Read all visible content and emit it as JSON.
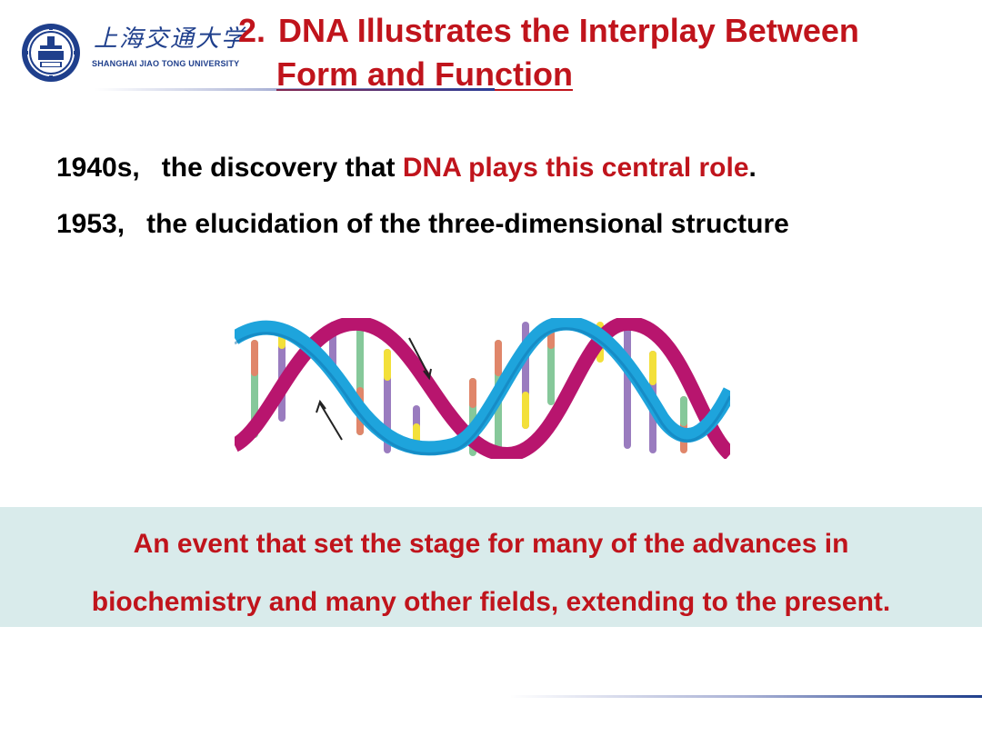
{
  "header": {
    "logo_cn": "上海交通大学",
    "logo_en": "SHANGHAI JIAO TONG UNIVERSITY",
    "title_number": "2.",
    "title_line1": "DNA Illustrates the Interplay Between",
    "title_line2": "Form and Function"
  },
  "bullets": [
    {
      "year": "1940s,",
      "text_before": "the discovery that",
      "highlight": "DNA plays this central role",
      "text_after": "."
    },
    {
      "year": "1953,",
      "text": "the elucidation of the three-dimensional structure"
    }
  ],
  "banner": {
    "line1": "An event that set the stage for many of the advances in",
    "line2": "biochemistry and many other fields, extending to the present."
  },
  "colors": {
    "title_red": "#c0141c",
    "logo_blue": "#1f3f8c",
    "banner_bg": "#d9ebeb",
    "strand_blue": "#1ea4dc",
    "strand_magenta": "#b8156e"
  },
  "icons": {
    "logo": "university-seal-icon",
    "dna": "dna-double-helix-illustration"
  }
}
